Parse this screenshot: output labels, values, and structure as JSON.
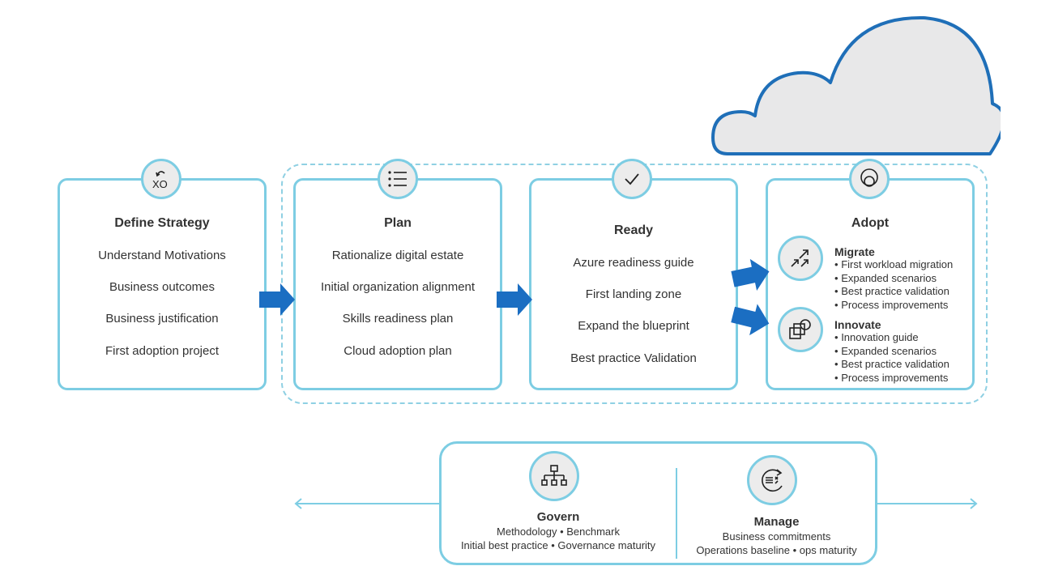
{
  "colors": {
    "card_border": "#7dcde3",
    "arrow": "#1b6ec2",
    "cloud_stroke": "#1f6fb8",
    "cloud_fill": "#e8e8e9",
    "badge_fill": "#ececec"
  },
  "stages": [
    {
      "icon": "strategy-xo-icon",
      "title": "Define Strategy",
      "items": [
        "Understand Motivations",
        "Business outcomes",
        "Business justification",
        "First adoption project"
      ]
    },
    {
      "icon": "list-icon",
      "title": "Plan",
      "items": [
        "Rationalize digital estate",
        "Initial organization alignment",
        "Skills readiness plan",
        "Cloud adoption plan"
      ]
    },
    {
      "icon": "checkmark-icon",
      "title": "Ready",
      "items": [
        "Azure readiness guide",
        "First landing zone",
        "Expand the blueprint",
        "Best practice Validation"
      ]
    },
    {
      "icon": "adopt-circles-icon",
      "title": "Adopt",
      "groups": [
        {
          "icon": "migrate-arrows-icon",
          "title": "Migrate",
          "items": [
            "First workload migration",
            "Expanded scenarios",
            "Best practice validation",
            "Process improvements"
          ]
        },
        {
          "icon": "innovate-shapes-icon",
          "title": "Innovate",
          "items": [
            "Innovation guide",
            "Expanded scenarios",
            "Best practice validation",
            "Process improvements"
          ]
        }
      ]
    }
  ],
  "bottom": {
    "govern": {
      "icon": "hierarchy-icon",
      "title": "Govern",
      "line1": "Methodology • Benchmark",
      "line2": "Initial best practice • Governance maturity"
    },
    "manage": {
      "icon": "manage-cycle-icon",
      "title": "Manage",
      "line1": "Business commitments",
      "line2": "Operations baseline • ops maturity"
    }
  },
  "bullet_char": "•"
}
